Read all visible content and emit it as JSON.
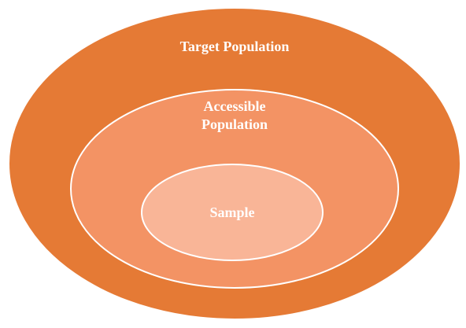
{
  "diagram": {
    "outer": {
      "label": "Target Population",
      "fill": "#E57A35"
    },
    "middle": {
      "label_line1": "Accessible",
      "label_line2": "Population",
      "fill": "#F39364"
    },
    "inner": {
      "label": "Sample",
      "fill": "#F9B597"
    },
    "stroke": "#FFFFFF"
  }
}
